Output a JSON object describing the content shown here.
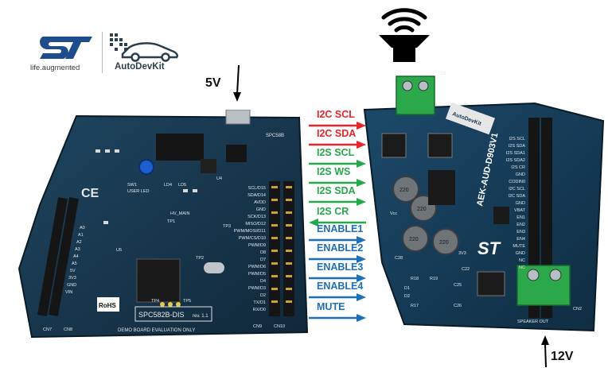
{
  "logos": {
    "st_tagline": "life.augmented",
    "autodevkit_text": "AutoDevKit"
  },
  "power": {
    "left_voltage": "5V",
    "right_voltage": "12V"
  },
  "boards": {
    "left": {
      "name": "SPC582B-DIS",
      "footer_text": "DEMO BOARD EVALUATION ONLY",
      "rev": "rev. 1.1",
      "rohs": "RoHS",
      "chip_label": "SPC58B",
      "pin_labels": [
        "SCL/D15",
        "SDA/D14",
        "AVDD",
        "GND",
        "SCK/D13",
        "MISO/D12",
        "PWM/MOSI/D11",
        "PWM/CS/D10",
        "PWM/D9",
        "D8",
        "D7",
        "PWM/D6",
        "PWM/D5",
        "D4",
        "PWM/D3",
        "D2",
        "TX/D1",
        "RX/D0"
      ],
      "left_pins": [
        "A0",
        "A1",
        "A2",
        "A3",
        "A4",
        "A5",
        "5V",
        "3V3",
        "GND",
        "VIN"
      ],
      "components": [
        "SW1",
        "USER LED",
        "LD4",
        "LD5",
        "HV_MAIN",
        "TP1",
        "TP2",
        "TP3",
        "TP4",
        "TP5",
        "U4",
        "U5",
        "CN7",
        "CN8",
        "CN9",
        "CN10"
      ]
    },
    "right": {
      "name": "AEK-AUD-D903V1",
      "autodevkit_mark": "AutoDevKit",
      "pin_labels": [
        "I2S SCL",
        "I2S SDA",
        "I2S SDA1",
        "I2S SDA2",
        "I2S CR",
        "GND",
        "CODIN0",
        "I2C SCL",
        "I2C SDA",
        "GND",
        "VBAT",
        "EN1",
        "EN2",
        "EN3",
        "EN4",
        "MUTE",
        "GND",
        "NC",
        "NC"
      ],
      "components": [
        "C28",
        "C22",
        "C25",
        "C26",
        "R17",
        "R18",
        "R19",
        "D1",
        "D2",
        "CN1",
        "CN2",
        "SPEAKER OUT",
        "3V3",
        "Vcc"
      ],
      "cap_label": "220"
    }
  },
  "signals": [
    {
      "label": "I2C SCL",
      "direction": "right",
      "color": "#e8232a"
    },
    {
      "label": "I2C SDA",
      "direction": "right",
      "color": "#e8232a"
    },
    {
      "label": "I2S SCL",
      "direction": "right",
      "color": "#23a84a"
    },
    {
      "label": "I2S WS",
      "direction": "right",
      "color": "#23a84a"
    },
    {
      "label": "I2S SDA",
      "direction": "right",
      "color": "#23a84a"
    },
    {
      "label": "I2S CR",
      "direction": "left",
      "color": "#23a84a"
    },
    {
      "label": "ENABLE1",
      "direction": "right",
      "color": "#1d6fb8"
    },
    {
      "label": "ENABLE2",
      "direction": "right",
      "color": "#1d6fb8"
    },
    {
      "label": "ENABLE3",
      "direction": "right",
      "color": "#1d6fb8"
    },
    {
      "label": "ENABLE4",
      "direction": "right",
      "color": "#1d6fb8"
    },
    {
      "label": "MUTE",
      "direction": "right",
      "color": "#1d6fb8"
    }
  ],
  "icons": {
    "speaker": "speaker-icon",
    "st_logo": "st-logo-icon",
    "autodevkit": "autodevkit-car-icon"
  },
  "colors": {
    "board": "#17364e",
    "red_signal": "#e8232a",
    "green_signal": "#23a84a",
    "blue_signal": "#1d6fb8",
    "terminal": "#2aa84a"
  }
}
